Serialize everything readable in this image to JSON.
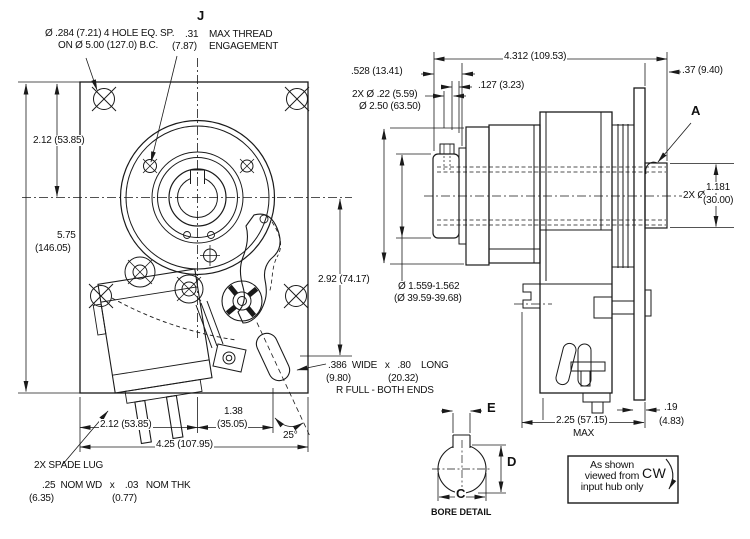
{
  "colors": {
    "line": "#1a1a1a",
    "background": "#ffffff"
  },
  "front_view": {
    "hole_note_1": "Ø .284 (7.21) 4 HOLE EQ. SP.",
    "hole_note_2": "ON Ø 5.00 (127.0) B.C.",
    "datum_j": "J",
    "thread_val": ".31",
    "thread_mm": "(7.87)",
    "thread_note_1": "MAX THREAD",
    "thread_note_2": "ENGAGEMENT",
    "dim_top_to_center": "2.12 (53.85)",
    "dim_height_in": "5.75",
    "dim_height_mm": "(146.05)",
    "dim_center_to_slot": "2.92 (74.17)",
    "slot_note_1": ".386  WIDE   x   .80    LONG",
    "slot_note_2a": "(9.80)",
    "slot_note_2b": "(20.32)",
    "slot_note_3": "R FULL - BOTH ENDS",
    "dim_lug_span": "2.12 (53.85)",
    "dim_slot_offset_in": "1.38",
    "dim_slot_offset_mm": "(35.05)",
    "slot_angle": "25°",
    "dim_width": "4.25 (107.95)",
    "lug_note_1": "2X SPADE LUG",
    "lug_note_2": ".25  NOM WD   x    .03   NOM THK",
    "lug_note_3a": "(6.35)",
    "lug_note_3b": "(0.77)"
  },
  "side_view": {
    "dim_length": "4.312 (109.53)",
    "dim_hub_protrusion": ".37 (9.40)",
    "dim_528": ".528 (13.41)",
    "dim_127": ".127 (3.23)",
    "dim_holes": "2X Ø .22 (5.59)",
    "dim_pilot": "Ø 2.50 (63.50)",
    "datum_a": "A",
    "dim_hub_prefix": "2X Ø",
    "dim_hub_in": "1.181",
    "dim_hub_mm": "(30.00)",
    "dim_bore_in": "Ø 1.559-1.562",
    "dim_bore_mm": "(Ø 39.59-39.68)",
    "dim_depth": "2.25 (57.15)",
    "dim_depth_suffix": "MAX",
    "dim_plate_in": ".19",
    "dim_plate_mm": "(4.83)"
  },
  "bore_detail": {
    "dim_e": "E",
    "dim_d": "D",
    "dim_c": "C",
    "caption": "BORE DETAIL"
  },
  "rotation_note": {
    "line_1": "As shown",
    "line_2": "viewed from",
    "line_3": "input hub only",
    "direction": "CW"
  }
}
